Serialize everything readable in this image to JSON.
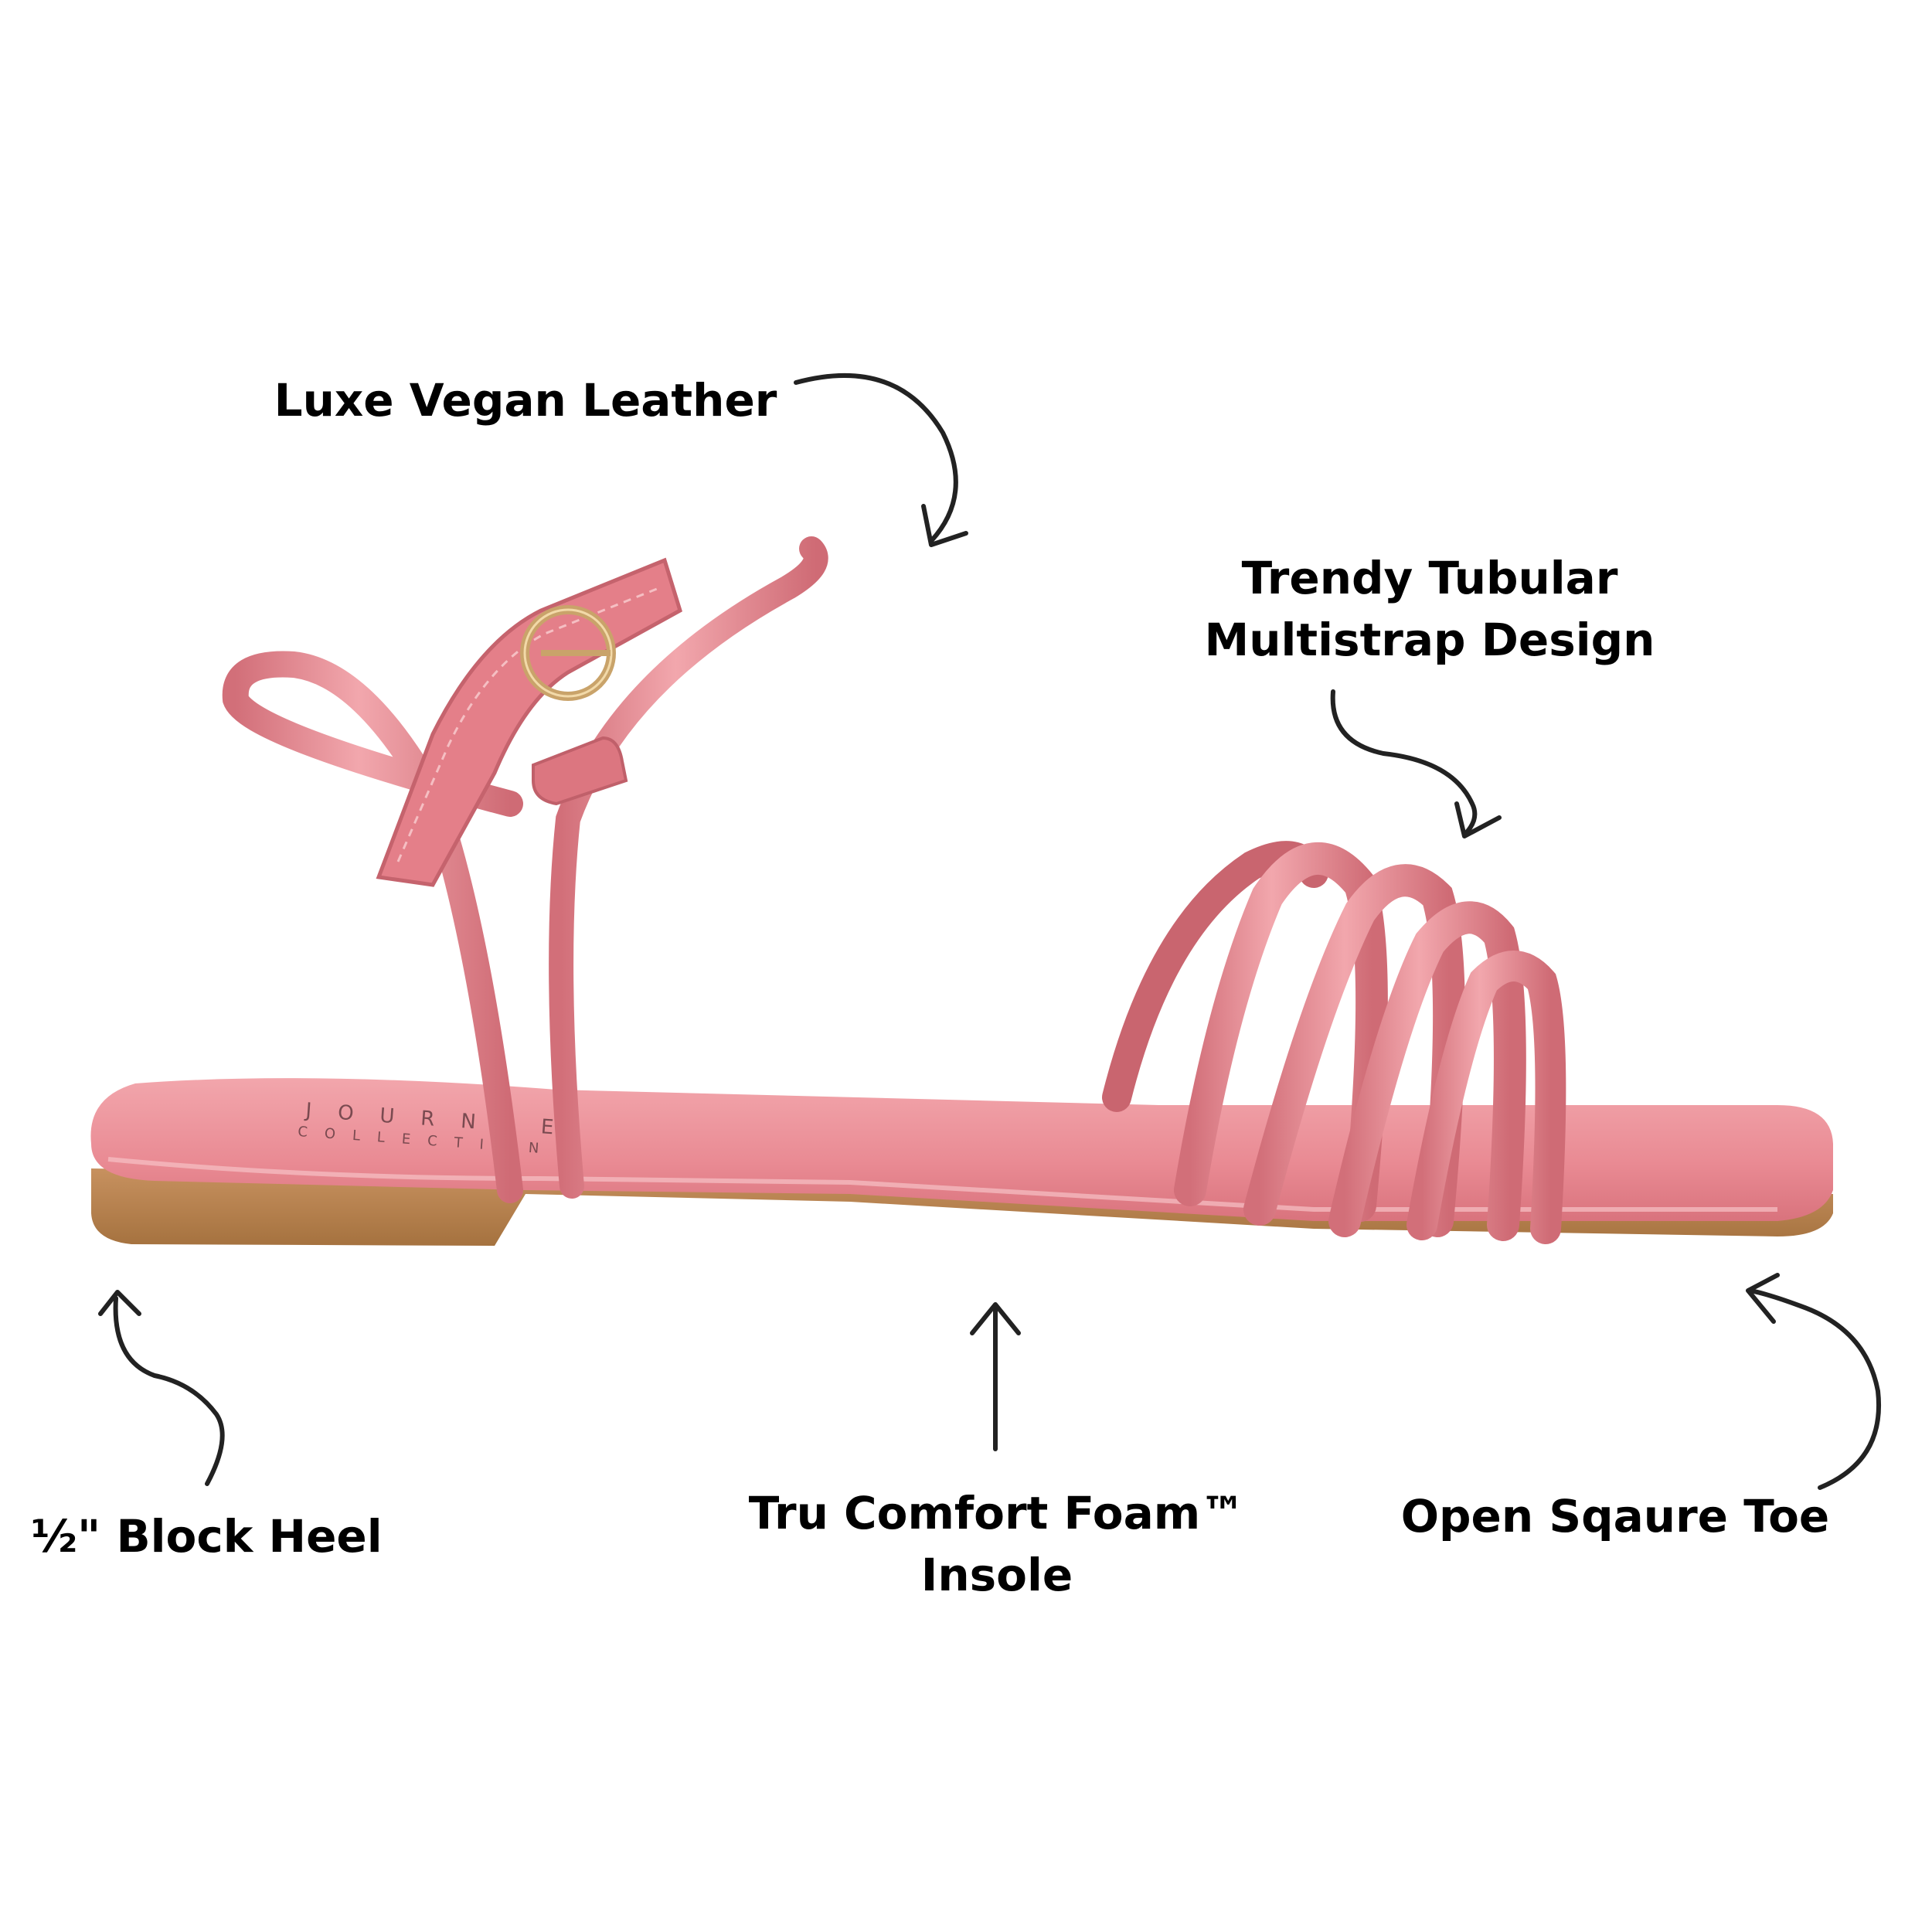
{
  "callouts": {
    "leather": "Luxe Vegan Leather",
    "tubular_line1": "Trendy Tubular",
    "tubular_line2": "Multistrap Design",
    "heel": "½\" Block Heel",
    "foam_line1": "Tru Comfort Foam™",
    "foam_line2": "Insole",
    "toe": "Open Sqaure Toe"
  },
  "brand": {
    "line1": "JOURNEE",
    "line2": "COLLECTION"
  },
  "colors": {
    "background": "#ffffff",
    "sandal_pink": "#e8838c",
    "sandal_shadow": "#c9656f",
    "sandal_highlight": "#f4b3b8",
    "outsole": "#b98455",
    "buckle": "#c9a36a",
    "text": "#000000"
  }
}
